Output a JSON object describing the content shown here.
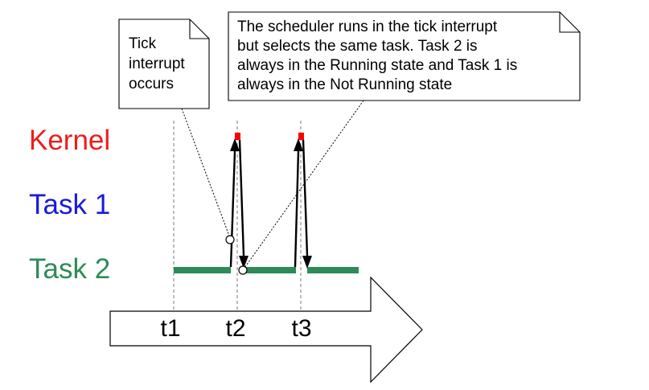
{
  "notes": {
    "tick_note": {
      "lines": [
        "Tick",
        "interrupt",
        "occurs"
      ]
    },
    "scheduler_note": {
      "lines": [
        "The scheduler runs in the tick interrupt",
        "but selects the same task.  Task 2 is",
        "always in the Running state and Task 1 is",
        "always in the Not Running state"
      ]
    }
  },
  "rows": {
    "kernel": {
      "label": "Kernel",
      "color": "#ee1c1c"
    },
    "task1": {
      "label": "Task 1",
      "color": "#1a1adc"
    },
    "task2": {
      "label": "Task 2",
      "color": "#2e8b57"
    }
  },
  "timeline": {
    "ticks": [
      "t1",
      "t2",
      "t3"
    ]
  },
  "colors": {
    "kernel_marker": "#ff0000",
    "task2_bar": "#2e8b57",
    "outline": "#000000",
    "guide_line": "#999999"
  }
}
